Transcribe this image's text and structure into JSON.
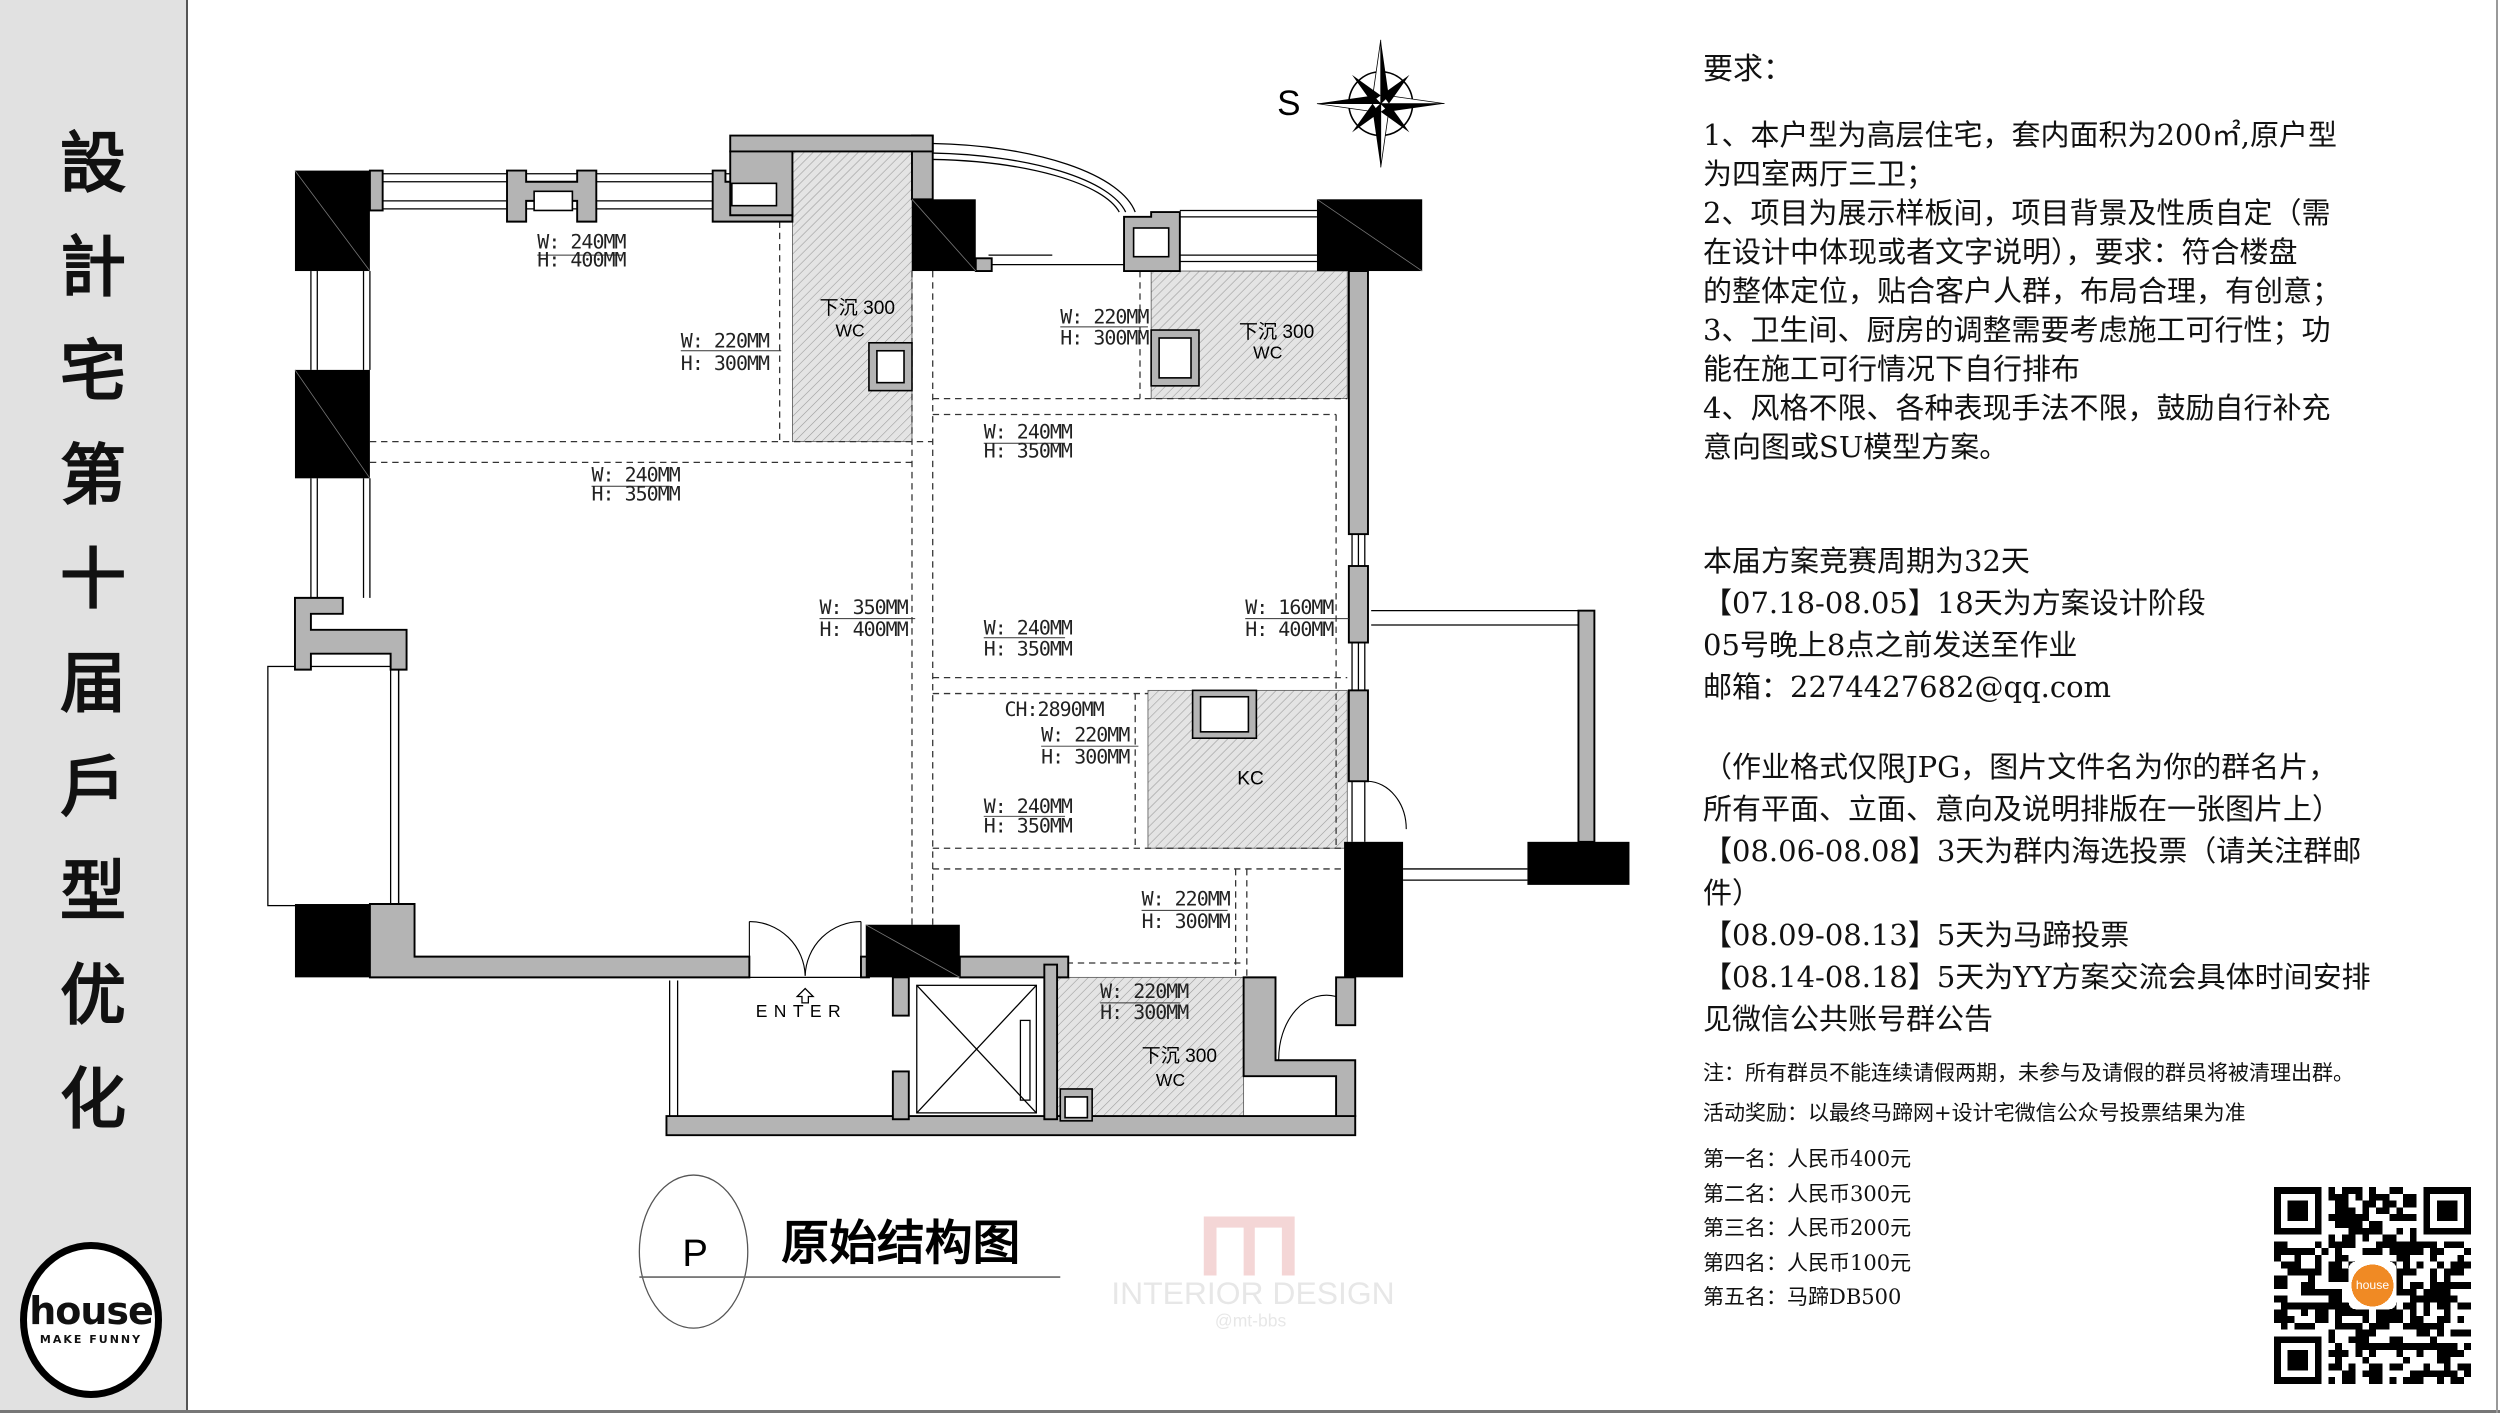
{
  "sidebar": {
    "title_chars": [
      "設",
      "計",
      "宅",
      "第",
      "十",
      "届",
      "戶",
      "型",
      "优",
      "化"
    ],
    "logo": {
      "main": "house",
      "sub": "MAKE FUNNY"
    }
  },
  "plan": {
    "compass_label": "S",
    "ceiling_height": "CH:2890MM",
    "enter_label": "ENTER",
    "kitchen_label": "KC",
    "wc_rooms": [
      {
        "sink": "下沉 300",
        "name": "WC"
      },
      {
        "sink": "下沉 300",
        "name": "WC"
      },
      {
        "sink": "下沉 300",
        "name": "WC"
      }
    ],
    "dims": [
      {
        "w": "W: 240MM",
        "h": "H: 400MM"
      },
      {
        "w": "W: 220MM",
        "h": "H: 300MM"
      },
      {
        "w": "W: 240MM",
        "h": "H: 350MM"
      },
      {
        "w": "W: 220MM",
        "h": "H: 300MM"
      },
      {
        "w": "W: 240MM",
        "h": "H: 350MM"
      },
      {
        "w": "W: 350MM",
        "h": "H: 400MM"
      },
      {
        "w": "W: 240MM",
        "h": "H: 350MM"
      },
      {
        "w": "W: 160MM",
        "h": "H: 400MM"
      },
      {
        "w": "W: 220MM",
        "h": "H: 300MM"
      },
      {
        "w": "W: 240MM",
        "h": "H: 350MM"
      },
      {
        "w": "W: 220MM",
        "h": "H: 300MM"
      },
      {
        "w": "W: 220MM",
        "h": "H: 300MM"
      }
    ],
    "drawing_symbol": "P",
    "drawing_title": "原始结构图",
    "watermark": {
      "main": "INTERIOR DESIGN",
      "sub": "@mt-bbs"
    }
  },
  "requirements": {
    "heading": "要求：",
    "lines": [
      "1、本户型为高层住宅，套内面积为200㎡,原户型",
      "为四室两厅三卫；",
      "2、项目为展示样板间，项目背景及性质自定（需",
      "在设计中体现或者文字说明），要求：符合楼盘",
      "的整体定位，贴合客户人群，布局合理，有创意；",
      "3、卫生间、厨房的调整需要考虑施工可行性；功",
      "能在施工可行情况下自行排布",
      "4、风格不限、各种表现手法不限，鼓励自行补充",
      "意向图或SU模型方案。"
    ]
  },
  "schedule": {
    "lines_a": [
      "本届方案竞赛周期为32天",
      "【07.18-08.05】18天为方案设计阶段",
      "05号晚上8点之前发送至作业",
      "邮箱：2274427682@qq.com"
    ],
    "lines_b": [
      "（作业格式仅限JPG，图片文件名为你的群名片，",
      "所有平面、立面、意向及说明排版在一张图片上）",
      "【08.06-08.08】3天为群内海选投票（请关注群邮",
      "件）",
      "【08.09-08.13】5天为马蹄投票",
      "【08.14-08.18】5天为YY方案交流会具体时间安排",
      "见微信公共账号群公告"
    ]
  },
  "notes": [
    "注：所有群员不能连续请假两期，未参与及请假的群员将被清理出群。",
    "活动奖励：以最终马蹄网+设计宅微信公众号投票结果为准"
  ],
  "prizes": [
    "第一名：人民币400元",
    "第二名：人民币300元",
    "第三名：人民币200元",
    "第四名：人民币100元",
    "第五名：马蹄DB500"
  ],
  "qr": {
    "center_logo": "house"
  },
  "colors": {
    "wall_gray": "#b4b4b4",
    "column_black": "#000000",
    "sidebar": "#e1e1e1",
    "qr_logo": "#f08a24",
    "watermark": "#e8a0a0"
  }
}
